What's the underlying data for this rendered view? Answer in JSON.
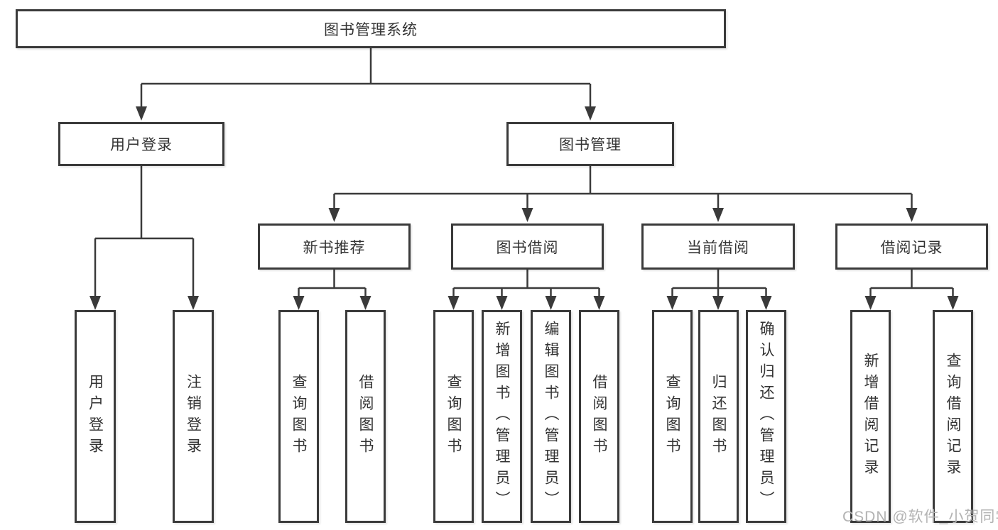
{
  "diagram": {
    "root_label": "图书管理系统",
    "branches": {
      "user_login": {
        "label": "用户登录",
        "children": [
          "用户登录",
          "注销登录"
        ]
      },
      "book_management": {
        "label": "图书管理"
      }
    },
    "book_management_sections": [
      {
        "label": "新书推荐",
        "children": [
          "查询图书",
          "借阅图书"
        ]
      },
      {
        "label": "图书借阅",
        "children": [
          "查询图书",
          "新增图书（管理员）",
          "编辑图书（管理员）",
          "借阅图书"
        ]
      },
      {
        "label": "当前借阅",
        "children": [
          "查询图书",
          "归还图书",
          "确认归还（管理员）"
        ]
      },
      {
        "label": "借阅记录",
        "children": [
          "新增借阅记录",
          "查询借阅记录"
        ]
      }
    ],
    "watermark": "CSDN @软件_小贺同学",
    "colors": {
      "line": "#3a3a3a",
      "text": "#333333",
      "watermark": "#b3b3b3",
      "background": "#ffffff"
    }
  }
}
